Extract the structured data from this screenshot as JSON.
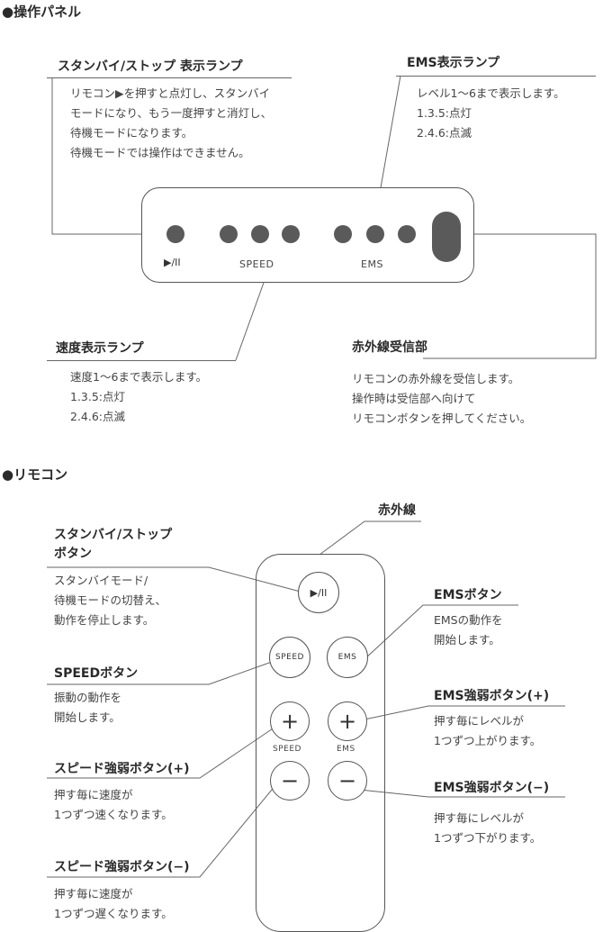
{
  "panel_section": {
    "title": "●操作パネル",
    "standby_lamp": {
      "title": "スタンバイ/ストップ 表示ランプ",
      "lines": [
        "リモコン▶を押すと点灯し、スタンバイ",
        "モードになり、もう一度押すと消灯し、",
        "待機モードになります。",
        "待機モードでは操作はできません。"
      ]
    },
    "ems_lamp": {
      "title": "EMS表示ランプ",
      "lines": [
        "レベル1〜6まで表示します。",
        "1.3.5:点灯",
        "2.4.6:点滅"
      ]
    },
    "panel_labels": {
      "play": "▶/II",
      "speed": "SPEED",
      "ems": "EMS"
    },
    "speed_lamp": {
      "title": "速度表示ランプ",
      "lines": [
        "速度1〜6まで表示します。",
        "1.3.5:点灯",
        "2.4.6:点滅"
      ]
    },
    "ir_receiver": {
      "title": "赤外線受信部",
      "lines": [
        "リモコンの赤外線を受信します。",
        "操作時は受信部へ向けて",
        "リモコンボタンを押してください。"
      ]
    }
  },
  "remote_section": {
    "title": "●リモコン",
    "infrared": "赤外線",
    "standby_button": {
      "title_lines": [
        "スタンバイ/ストップ",
        "ボタン"
      ],
      "lines": [
        "スタンバイモード/",
        "待機モードの切替え、",
        "動作を停止します。"
      ]
    },
    "ems_button": {
      "title": "EMSボタン",
      "lines": [
        "EMSの動作を",
        "開始します。"
      ]
    },
    "speed_button": {
      "title": "SPEEDボタン",
      "lines": [
        "振動の動作を",
        "開始します。"
      ]
    },
    "ems_plus": {
      "title": "EMS強弱ボタン(+)",
      "lines": [
        "押す毎にレベルが",
        "1つずつ上がります。"
      ]
    },
    "speed_plus": {
      "title": "スピード強弱ボタン(+)",
      "lines": [
        "押す毎に速度が",
        "1つずつ速くなります。"
      ]
    },
    "ems_minus": {
      "title": "EMS強弱ボタン(−)",
      "lines": [
        "押す毎にレベルが",
        "1つずつ下がります。"
      ]
    },
    "speed_minus": {
      "title": "スピード強弱ボタン(−)",
      "lines": [
        "押す毎に速度が",
        "1つずつ遅くなります。"
      ]
    },
    "buttons": {
      "play": "▶/II",
      "speed": "SPEED",
      "ems": "EMS",
      "plus": "+",
      "minus": "−",
      "speed_caption": "SPEED",
      "ems_caption": "EMS"
    }
  }
}
